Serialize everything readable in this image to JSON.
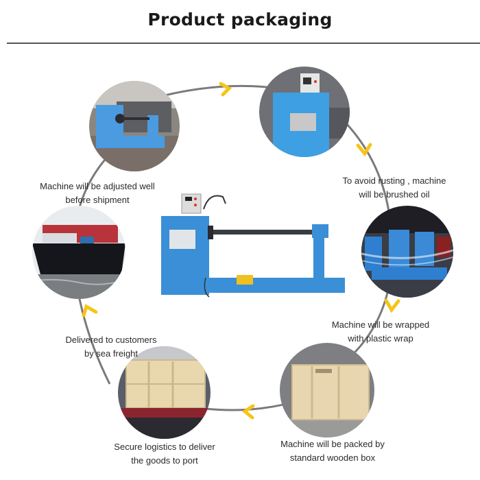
{
  "header": {
    "title": "Product packaging"
  },
  "steps": [
    {
      "id": "adjust",
      "caption_line1": "Machine will be adjusted well",
      "caption_line2": "before shipment",
      "photo": "blue winding machine in workshop"
    },
    {
      "id": "oil",
      "caption_line1": "To avoid rusting , machine",
      "caption_line2": "will be brushed oil",
      "photo": "blue machine cabinet with control box"
    },
    {
      "id": "wrap",
      "caption_line1": "Machine will be wrapped",
      "caption_line2": "with plastic wrap",
      "photo": "machines wrapped in plastic film"
    },
    {
      "id": "box",
      "caption_line1": "Machine will be packed by",
      "caption_line2": "standard wooden box",
      "photo": "wooden crate"
    },
    {
      "id": "logistics",
      "caption_line1": "Secure logistics to deliver",
      "caption_line2": "the goods to port",
      "photo": "wooden crate on truck"
    },
    {
      "id": "sea",
      "caption_line1": "Delivered to customers",
      "caption_line2": "by sea freight",
      "photo": "container ship at sea"
    }
  ],
  "center_product": "blue coil winding machine with foot pedal and control box",
  "colors": {
    "machine_blue": "#3b8fd6",
    "arrow_yellow": "#f5c518",
    "flow_line": "#7a7a7a",
    "wood": "#e8d6b0"
  },
  "icons": {
    "flow_arrow": "chevron-arrow-icon"
  }
}
